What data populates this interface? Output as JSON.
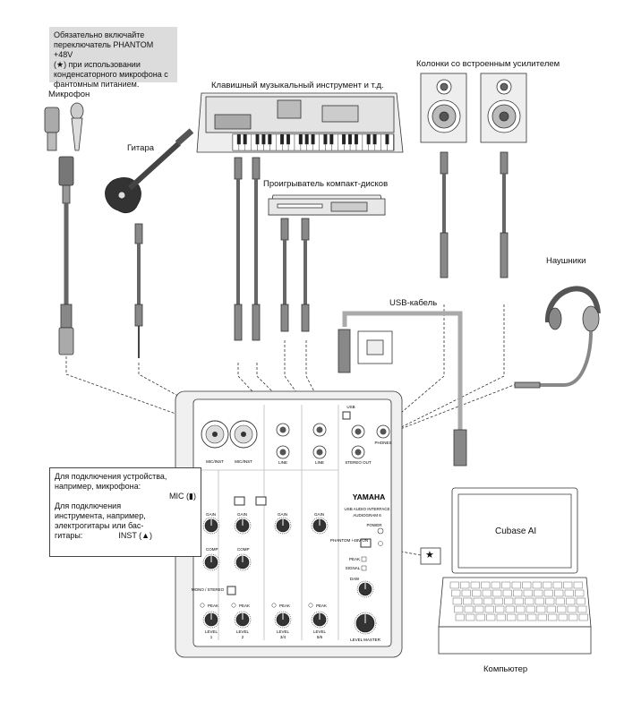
{
  "note": {
    "lines": [
      "Обязательно включайте",
      "переключатель PHANTOM +48V",
      "(★) при использовании",
      "конденсаторного микрофона с",
      "фантомным питанием."
    ]
  },
  "labels": {
    "microphone": "Микрофон",
    "guitar": "Гитара",
    "keyboard": "Клавишный музыкальный инструмент и т.д.",
    "cd_player": "Проигрыватель компакт-дисков",
    "speakers": "Колонки со встроенным усилителем",
    "headphones": "Наушники",
    "usb_cable": "USB-кабель",
    "computer": "Компьютер",
    "cubase": "Cubase AI",
    "star": "★"
  },
  "callout": {
    "mic_lines": [
      "Для подключения устройства,",
      "например, микрофона:"
    ],
    "mic_value": "MIC (▮)",
    "inst_lines": [
      "Для подключения",
      "инструмента, например,",
      "электрогитары или бас-",
      "гитары:"
    ],
    "inst_value": "INST (▲)"
  },
  "mixer": {
    "brand": "YAMAHA",
    "model_line1": "USB AUDIO INTERFACE",
    "model_line2": "AUDIOGRAM 6",
    "power": "POWER",
    "phantom": "PHANTOM +48V ON",
    "peak": "PEAK",
    "signal": "SIGNAL",
    "daw": "DAW",
    "level_master": "LEVEL MASTER",
    "phones": "PHONES",
    "stereo_out": "STEREO OUT",
    "usb": "USB",
    "gain": "GAIN",
    "comp": "COMP",
    "line": "LINE",
    "mic_inst": "MIC/INST",
    "mono_stereo": "MONO / STEREO",
    "level": "LEVEL",
    "channels": [
      "1",
      "2",
      "3/4",
      "5/6"
    ]
  }
}
